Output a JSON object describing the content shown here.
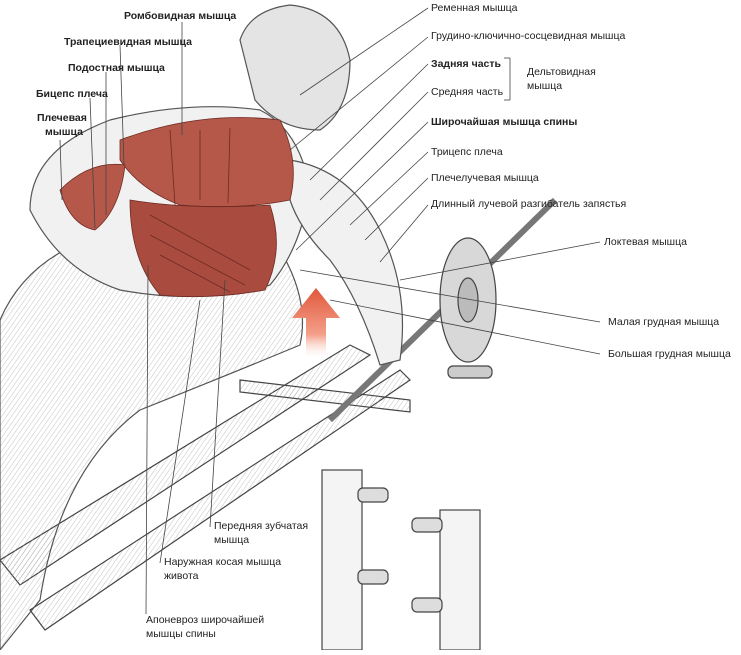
{
  "labels": {
    "rhomboid": "Ромбовидная мышца",
    "trapezius": "Трапециевидная мышца",
    "infraspinatus": "Подостная мышца",
    "biceps": "Бицепс плеча",
    "brachialis_line1": "Плечевая",
    "brachialis_line2": "мышца",
    "splenius": "Ременная мышца",
    "sternocleidomastoid": "Грудино-ключично-сосцевидная мышца",
    "deltoid_posterior": "Задняя часть",
    "deltoid_middle": "Средняя часть",
    "deltoid_line1": "Дельтовидная",
    "deltoid_line2": "мышца",
    "latissimus": "Широчайшая мышца спины",
    "triceps": "Трицепс плеча",
    "brachioradialis": "Плечелучевая мышца",
    "extensor_carpi": "Длинный лучевой разгибатель запястья",
    "anconeus": "Локтевая мышца",
    "pectoralis_minor": "Малая грудная мышца",
    "pectoralis_major": "Большая грудная мышца",
    "serratus_line1": "Передняя зубчатая",
    "serratus_line2": "мышца",
    "external_oblique_line1": "Наружная косая мышца",
    "external_oblique_line2": "живота",
    "aponeurosis_line1": "Апоневроз широчайшей",
    "aponeurosis_line2": "мышцы спины"
  },
  "colors": {
    "muscle": "#b5584a",
    "muscle_dark": "#8a3a30",
    "arrow": "#e0583c",
    "sketch": "#555555"
  }
}
